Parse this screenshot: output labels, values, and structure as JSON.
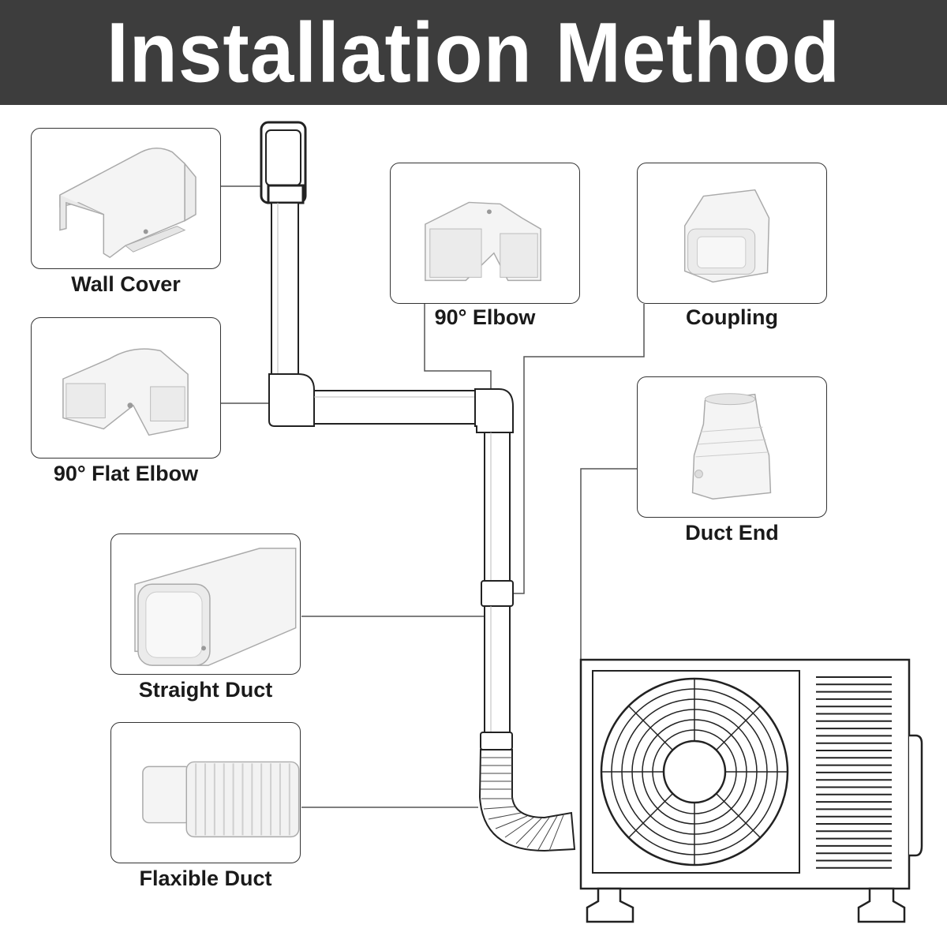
{
  "header": {
    "title": "Installation Method"
  },
  "parts": [
    {
      "id": "wall-cover",
      "label": "Wall Cover",
      "icon": "wall-cover-icon"
    },
    {
      "id": "flat-elbow",
      "label": "90° Flat Elbow",
      "icon": "flat-elbow-icon"
    },
    {
      "id": "elbow",
      "label": "90° Elbow",
      "icon": "elbow-icon"
    },
    {
      "id": "coupling",
      "label": "Coupling",
      "icon": "coupling-icon"
    },
    {
      "id": "duct-end",
      "label": "Duct End",
      "icon": "duct-end-icon"
    },
    {
      "id": "straight-duct",
      "label": "Straight Duct",
      "icon": "straight-duct-icon"
    },
    {
      "id": "flexible-duct",
      "label": "Flaxible Duct",
      "icon": "flexible-duct-icon"
    }
  ],
  "colors": {
    "header_bg": "#3d3d3d",
    "header_text": "#ffffff",
    "line": "#555555",
    "duct_stroke": "#222222",
    "part_fill": "#f4f4f4"
  }
}
